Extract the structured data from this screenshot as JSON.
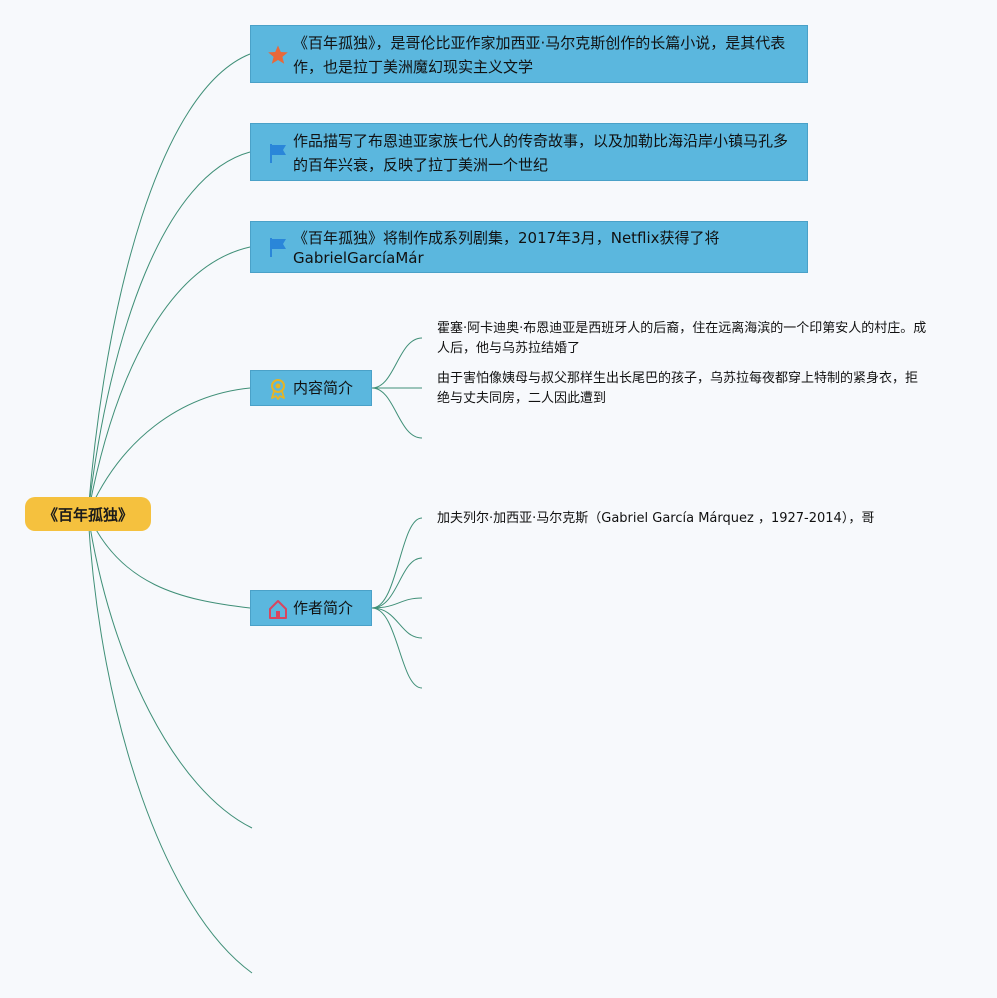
{
  "root": {
    "label": "《百年孤独》"
  },
  "topics": [
    {
      "icon": "star-icon",
      "text": "《百年孤独》，是哥伦比亚作家加西亚·马尔克斯创作的长篇小说，是其代表作，也是拉丁美洲魔幻现实主义文学"
    },
    {
      "icon": "flag-icon",
      "text": "作品描写了布恩迪亚家族七代人的传奇故事，以及加勒比海沿岸小镇马孔多的百年兴衰，反映了拉丁美洲一个世纪"
    },
    {
      "icon": "flag-icon",
      "text": "《百年孤独》将制作成系列剧集，2017年3月，Netflix获得了将GabrielGarcíaMár"
    },
    {
      "icon": "award-ribbon-icon",
      "text": "内容简介",
      "children": [
        "霍塞·阿卡迪奥·布恩迪亚是西班牙人的后裔，住在远离海滨的一个印第安人的村庄。成人后，他与乌苏拉结婚了",
        "由于害怕像姨母与叔父那样生出长尾巴的孩子，乌苏拉每夜都穿上特制的紧身衣，拒绝与丈夫同房，二人因此遭到"
      ]
    },
    {
      "icon": "house-icon",
      "text": "作者简介",
      "children": [
        "加夫列尔·加西亚·马尔克斯（Gabriel García Márquez ，1927-2014），哥"
      ]
    }
  ],
  "colors": {
    "root_fill": "#f5c13e",
    "topic_fill": "#5bb7de",
    "topic_border": "#4aa1c8",
    "connector": "#3f8f77",
    "star_icon": "#e8693a",
    "flag_icon": "#2a86d9",
    "award_icon": "#e6b425",
    "house_icon": "#d9455f",
    "background": "#f7f9fc"
  }
}
